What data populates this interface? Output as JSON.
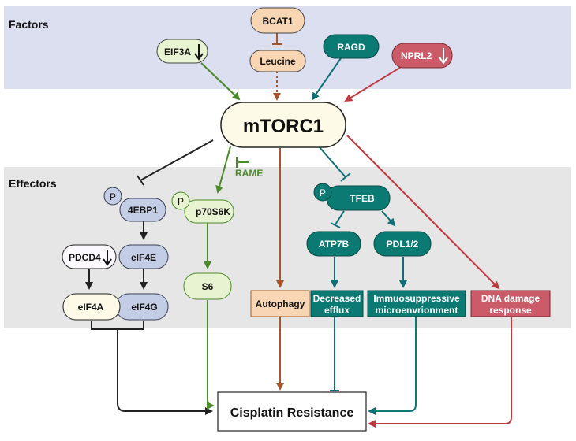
{
  "sections": {
    "factors": "Factors",
    "effectors": "Effectors"
  },
  "nodes": {
    "bcat1": "BCAT1",
    "leucine": "Leucine",
    "eif3a": "EIF3A",
    "ragd": "RAGD",
    "nprl2": "NPRL2",
    "mtorc1": "mTORC1",
    "rame": "RAME",
    "p_4ebp1": "P",
    "e4ebp1": "4EBP1",
    "p_p70s6k": "P",
    "p70s6k": "p70S6K",
    "p_tfeb": "P",
    "tfeb": "TFEB",
    "pdcd4": "PDCD4",
    "eif4e": "eIF4E",
    "atp7b": "ATP7B",
    "pdl12": "PDL1/2",
    "s6": "S6",
    "eif4a": "eIF4A",
    "eif4g": "eIF4G",
    "autophagy": "Autophagy",
    "decreased_efflux_1": "Decreased",
    "decreased_efflux_2": "efflux",
    "immuno_1": "Immuosuppressive",
    "immuno_2": "microenvrionment",
    "dna_damage_1": "DNA damage",
    "dna_damage_2": "response",
    "cisplatin": "Cisplatin Resistance"
  },
  "colors": {
    "factors_band": "#dcdff0",
    "effectors_band": "#e6e6e6",
    "orange_fill": "#f8d6b4",
    "orange_stroke": "#a45a22",
    "green_fill": "#e8f3d2",
    "green_stroke": "#4a8a2a",
    "teal": "#0b7a73",
    "red_fill": "#cc5b6a",
    "red_arrow": "#c0393f",
    "blue_fill": "#c4cde6",
    "blue_stroke": "#3a3f55",
    "brown_arrow": "#a4562a"
  }
}
